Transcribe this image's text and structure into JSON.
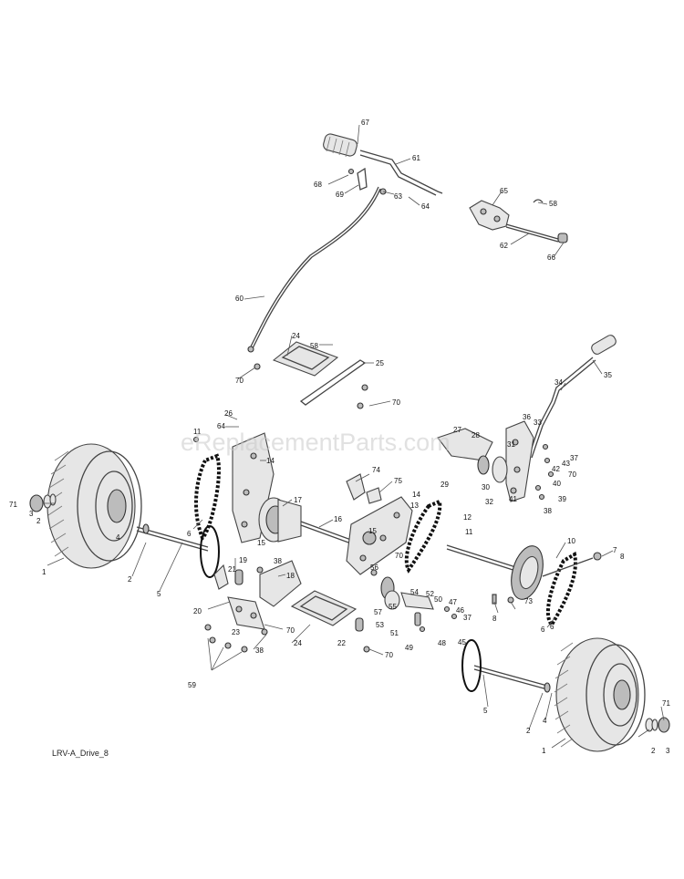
{
  "watermark": "eReplacementParts.com",
  "diagram_id": "LRV-A_Drive_8",
  "callouts": [
    "67",
    "61",
    "68",
    "69",
    "63",
    "64",
    "65",
    "58",
    "62",
    "66",
    "60",
    "24",
    "58",
    "25",
    "70",
    "70",
    "35",
    "34",
    "26",
    "64",
    "11",
    "14",
    "27",
    "36",
    "33",
    "37",
    "43",
    "70",
    "42",
    "40",
    "39",
    "41",
    "38",
    "31",
    "30",
    "32",
    "29",
    "74",
    "75",
    "28",
    "14",
    "13",
    "12",
    "11",
    "17",
    "16",
    "15",
    "15",
    "71",
    "3",
    "2",
    "1",
    "4",
    "2",
    "5",
    "6",
    "70",
    "6",
    "10",
    "7",
    "8",
    "19",
    "21",
    "38",
    "18",
    "20",
    "70",
    "23",
    "59",
    "22",
    "24",
    "38",
    "53",
    "70",
    "56",
    "57",
    "55",
    "54",
    "52",
    "50",
    "47",
    "46",
    "37",
    "51",
    "49",
    "48",
    "45",
    "73",
    "8",
    "1",
    "2",
    "4",
    "5",
    "6",
    "71",
    "2",
    "3"
  ]
}
